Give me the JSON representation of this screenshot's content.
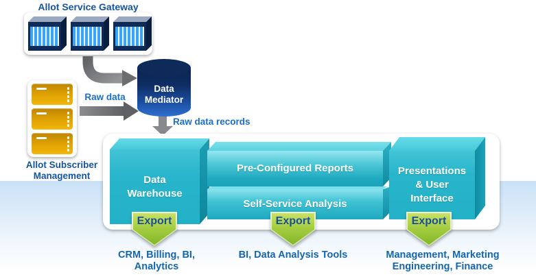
{
  "gateway": {
    "title": "Allot Service Gateway"
  },
  "subscriber": {
    "title": "Allot Subscriber\nManagement"
  },
  "mediator": {
    "label": "Data\nMediator"
  },
  "flows": {
    "raw_data": "Raw data",
    "raw_data_records": "Raw data records"
  },
  "platform": {
    "data_warehouse": "Data\nWarehouse",
    "pre_configured_reports": "Pre-Configured Reports",
    "self_service_analysis": "Self-Service Analysis",
    "presentations": "Presentations\n& User\nInterface"
  },
  "exports": {
    "label": "Export"
  },
  "destinations": {
    "crm": "CRM, Billing, BI,\nAnalytics",
    "bi_tools": "BI, Data Analysis Tools",
    "management": "Management, Marketing\nEngineering, Finance"
  },
  "colors": {
    "title_blue": "#15549e",
    "flow_blue": "#1a6fc4",
    "teal_front": "#28b5cb",
    "teal_top": "#5ad4e2",
    "teal_side": "#0f8ba1",
    "export_green": "#8cbd2e",
    "export_text": "#174f9b",
    "band_blue": "#c9e1f6",
    "navy": "#0e2b58",
    "stripe_blue": "#3ba5f5",
    "server_gold": "#e7a703",
    "arrow_gray": "#77797c",
    "cylinder_navy": "#0e2a58"
  }
}
